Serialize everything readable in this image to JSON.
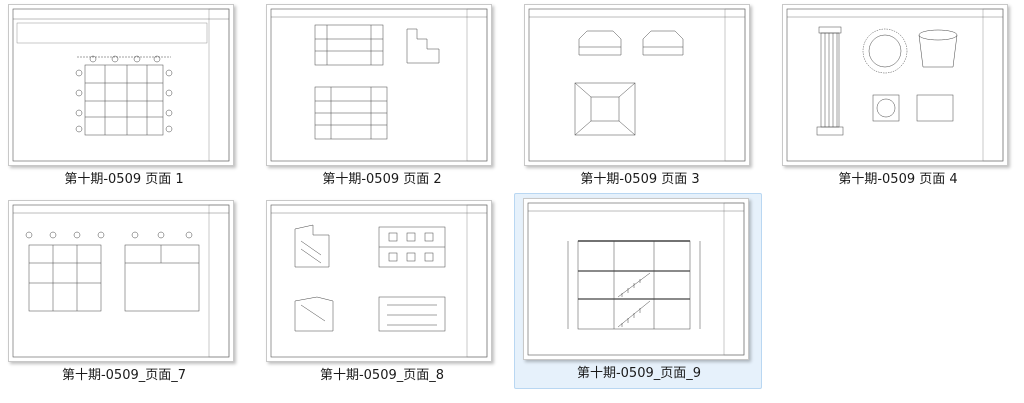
{
  "thumbnails": [
    {
      "caption": "第十期-0509 页面 1"
    },
    {
      "caption": "第十期-0509 页面 2"
    },
    {
      "caption": "第十期-0509 页面 3"
    },
    {
      "caption": "第十期-0509 页面 4"
    },
    {
      "caption": "第十期-0509_页面_7"
    },
    {
      "caption": "第十期-0509_页面_8"
    },
    {
      "caption": "第十期-0509_页面_9"
    }
  ],
  "selected_index": 6,
  "colors": {
    "selection": "#e6f1fb",
    "selection_border": "#b9d7f2",
    "drawing": "#333333"
  }
}
